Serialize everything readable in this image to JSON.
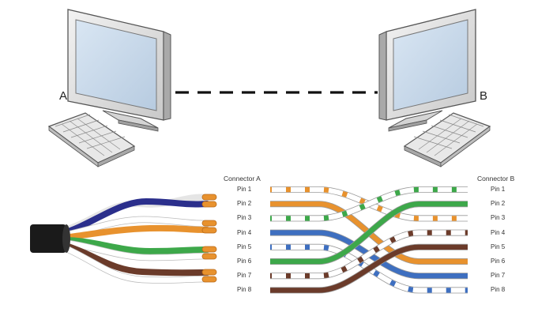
{
  "computers": [
    {
      "label": "A"
    },
    {
      "label": "B"
    }
  ],
  "connector_a": {
    "title": "Connector A",
    "pins": [
      "Pin 1",
      "Pin 2",
      "Pin 3",
      "Pin 4",
      "Pin 5",
      "Pin 6",
      "Pin 7",
      "Pin 8"
    ]
  },
  "connector_b": {
    "title": "Connector B",
    "pins": [
      "Pin 1",
      "Pin 2",
      "Pin 3",
      "Pin 4",
      "Pin 5",
      "Pin 6",
      "Pin 7",
      "Pin 8"
    ]
  },
  "wires": [
    {
      "a_pin": 1,
      "b_pin": 3,
      "color": "#e8922e",
      "striped": true
    },
    {
      "a_pin": 2,
      "b_pin": 6,
      "color": "#e8922e",
      "striped": false
    },
    {
      "a_pin": 3,
      "b_pin": 1,
      "color": "#3da84a",
      "striped": true
    },
    {
      "a_pin": 4,
      "b_pin": 7,
      "color": "#3e6fc0",
      "striped": false
    },
    {
      "a_pin": 5,
      "b_pin": 8,
      "color": "#3e6fc0",
      "striped": true
    },
    {
      "a_pin": 6,
      "b_pin": 2,
      "color": "#3da84a",
      "striped": false
    },
    {
      "a_pin": 7,
      "b_pin": 4,
      "color": "#6b3b2a",
      "striped": true
    },
    {
      "a_pin": 8,
      "b_pin": 5,
      "color": "#6b3b2a",
      "striped": false
    }
  ],
  "colors": {
    "orange": "#e8922e",
    "green": "#3da84a",
    "blue": "#3e6fc0",
    "brown": "#6b3b2a",
    "navy": "#2b2f8c",
    "jacket": "#1a1a1a",
    "link": "#111111"
  }
}
